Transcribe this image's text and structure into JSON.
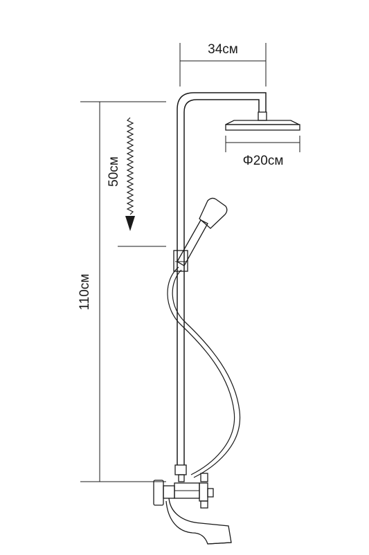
{
  "dimensions": {
    "arm_width": "34см",
    "head_diameter": "Φ20см",
    "adjust_range": "50см",
    "total_height": "110см"
  },
  "colors": {
    "line": "#1a1a1a",
    "background": "#ffffff"
  }
}
